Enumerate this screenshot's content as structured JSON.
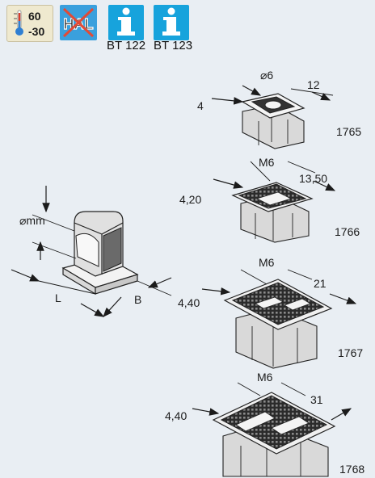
{
  "badges": {
    "temperature": {
      "max": "60",
      "min": "-30"
    },
    "halogen_free": {
      "text": "HAL"
    },
    "info_left": {
      "label": "BT 122"
    },
    "info_right": {
      "label": "BT 123"
    }
  },
  "overview": {
    "diameter": "⌀mm",
    "length": "L",
    "width": "B"
  },
  "variants": [
    {
      "code": "1765",
      "diameter": "⌀6",
      "length": "12",
      "height": "4"
    },
    {
      "code": "1766",
      "thread": "M6",
      "length": "13,50",
      "height": "4,20"
    },
    {
      "code": "1767",
      "thread": "M6",
      "length": "21",
      "height": "4,40"
    },
    {
      "code": "1768",
      "thread": "M6",
      "length": "31",
      "height": "4,40"
    }
  ],
  "colors": {
    "background": "#e9eef3",
    "info_blue": "#17a3dc",
    "hal_blue": "#3aa0dd",
    "strike_red": "#e24a36",
    "temp_red": "#d83a2a",
    "temp_blue": "#2f7fd2"
  }
}
